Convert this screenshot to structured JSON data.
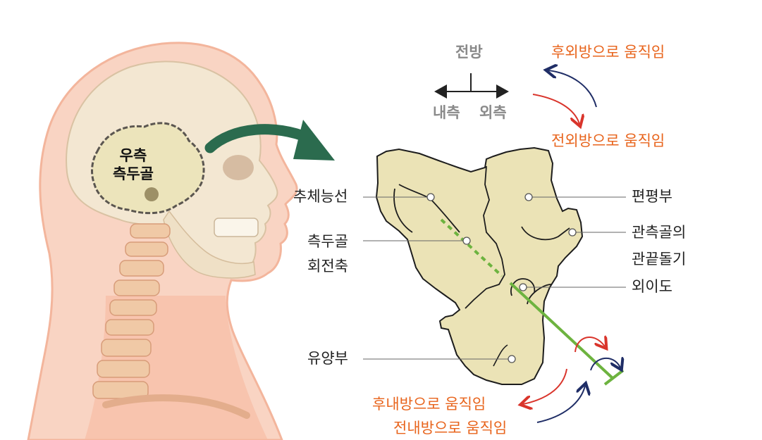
{
  "bone_name_lines": [
    "우측",
    "측두골"
  ],
  "direction": {
    "front": "전방",
    "medial": "내측",
    "lateral": "외측"
  },
  "movements": {
    "posterolateral": "후외방으로 움직임",
    "anterolateral": "전외방으로 움직임",
    "posteromedial": "후내방으로 움직임",
    "anteromedial": "전내방으로 움직임"
  },
  "parts": {
    "petrous_ridge": "추체능선",
    "rotation_axis_line1": "측두골",
    "rotation_axis_line2": "회전축",
    "squamous": "편평부",
    "zygomatic_line1": "관측골의",
    "zygomatic_line2": "관끝돌기",
    "ear_canal": "외이도",
    "mastoid": "유양부"
  },
  "colors": {
    "bone": "#ebe3b6",
    "skin": "#f9cdb9",
    "big_arrow": "#2b6b4e",
    "axis_green": "#6db33f",
    "arrow_red": "#d9342b",
    "arrow_navy": "#1f2d66",
    "movement_text": "#e8641c"
  }
}
